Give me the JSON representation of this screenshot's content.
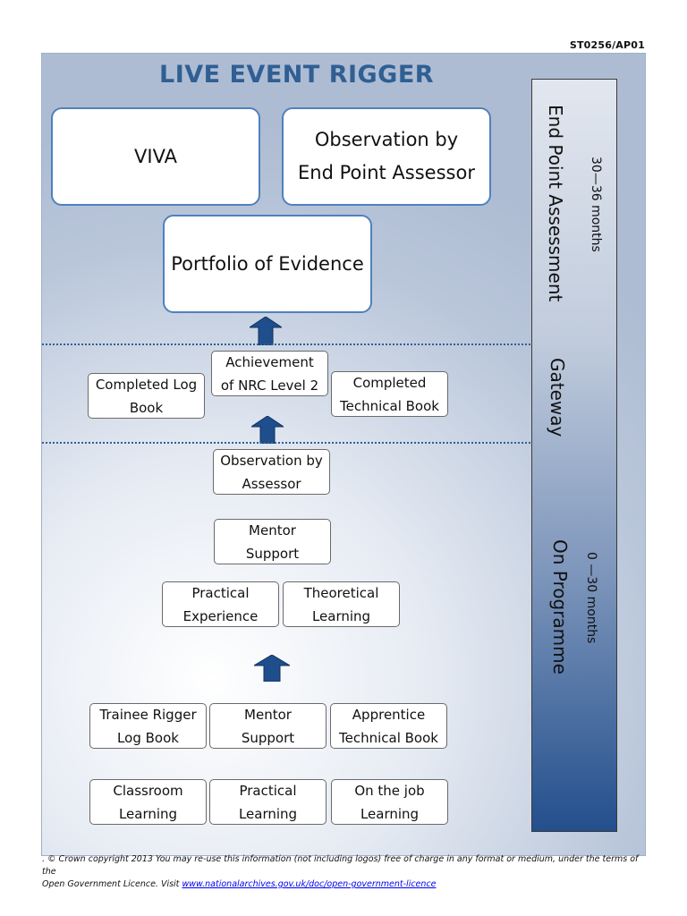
{
  "doc_ref": "ST0256/AP01",
  "title": "LIVE EVENT RIGGER",
  "epa": {
    "viva": "VIVA",
    "observation_line1": "Observation by",
    "observation_line2": "End Point Assessor",
    "portfolio": "Portfolio of Evidence"
  },
  "gateway_row": {
    "log_book_line1": "Completed Log",
    "log_book_line2": "Book",
    "nrc_line1": "Achievement",
    "nrc_line2": "of NRC Level 2",
    "technical_line1": "Completed",
    "technical_line2": "Technical Book"
  },
  "programme": {
    "observation_line1": "Observation by",
    "observation_line2": "Assessor",
    "mentor_line1": "Mentor",
    "mentor_line2": "Support",
    "practical_exp_line1": "Practical",
    "practical_exp_line2": "Experience",
    "theoretical_line1": "Theoretical",
    "theoretical_line2": "Learning",
    "trainee_line1": "Trainee Rigger",
    "trainee_line2": "Log Book",
    "mentor2_line1": "Mentor",
    "mentor2_line2": "Support",
    "apprentice_line1": "Apprentice",
    "apprentice_line2": "Technical Book",
    "classroom_line1": "Classroom",
    "classroom_line2": "Learning",
    "practical_line1": "Practical",
    "practical_line2": "Learning",
    "onjob_line1": "On the job",
    "onjob_line2": "Learning"
  },
  "sidebar": {
    "epa_label": "End Point Assessment",
    "epa_duration": "30—36 months",
    "gateway_label": "Gateway",
    "programme_label": "On Programme",
    "programme_duration": "0 —30 months"
  },
  "footer": {
    "line1": ". © Crown copyright 2013 You may re-use this information (not including logos) free of charge in any format or medium, under the terms of the",
    "line2_prefix": "Open Government Licence. Visit ",
    "link": "www.nationalarchives.gov.uk/doc/open-government-licence"
  },
  "colors": {
    "accent": "#2f5f93",
    "box_border": "#4f81bd",
    "arrow": "#1f4e8c"
  }
}
